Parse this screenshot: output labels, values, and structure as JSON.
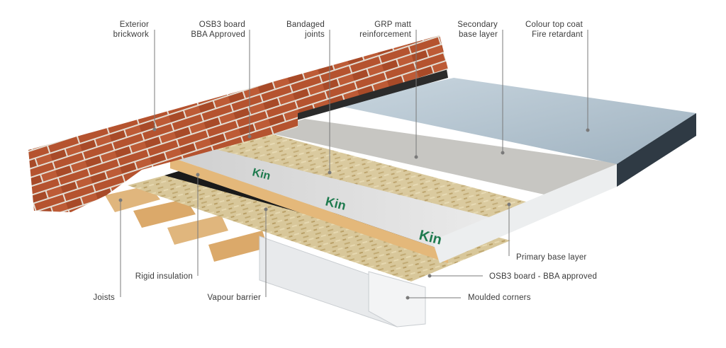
{
  "diagram": {
    "brand_text": "Kin",
    "labels": {
      "exterior_brickwork": [
        "Exterior",
        "brickwork"
      ],
      "osb3_board_top": [
        "OSB3 board",
        "BBA Approved"
      ],
      "bandaged_joints": [
        "Bandaged",
        "joints"
      ],
      "grp_matt": [
        "GRP matt",
        "reinforcement"
      ],
      "secondary_base": [
        "Secondary",
        "base layer"
      ],
      "colour_top_coat": [
        "Colour top coat",
        "Fire retardant"
      ],
      "primary_base_layer": "Primary base layer",
      "osb3_board_bottom": "OSB3 board - BBA approved",
      "moulded_corners": "Moulded corners",
      "joists": "Joists",
      "rigid_insulation": "Rigid insulation",
      "vapour_barrier": "Vapour barrier"
    },
    "colors": {
      "brick": "#b5532f",
      "mortar": "#e3ddd3",
      "osb": "#d8c79a",
      "insulation": "#dcdcdc",
      "top_coat": "#aebfcc",
      "grp": "#c7c6c2",
      "trim": "#eceeef",
      "timber": "#e0b67d",
      "membrane": "#1a1a1a",
      "brand": "#1e7a4e",
      "leader": "#7a7a7a"
    }
  }
}
